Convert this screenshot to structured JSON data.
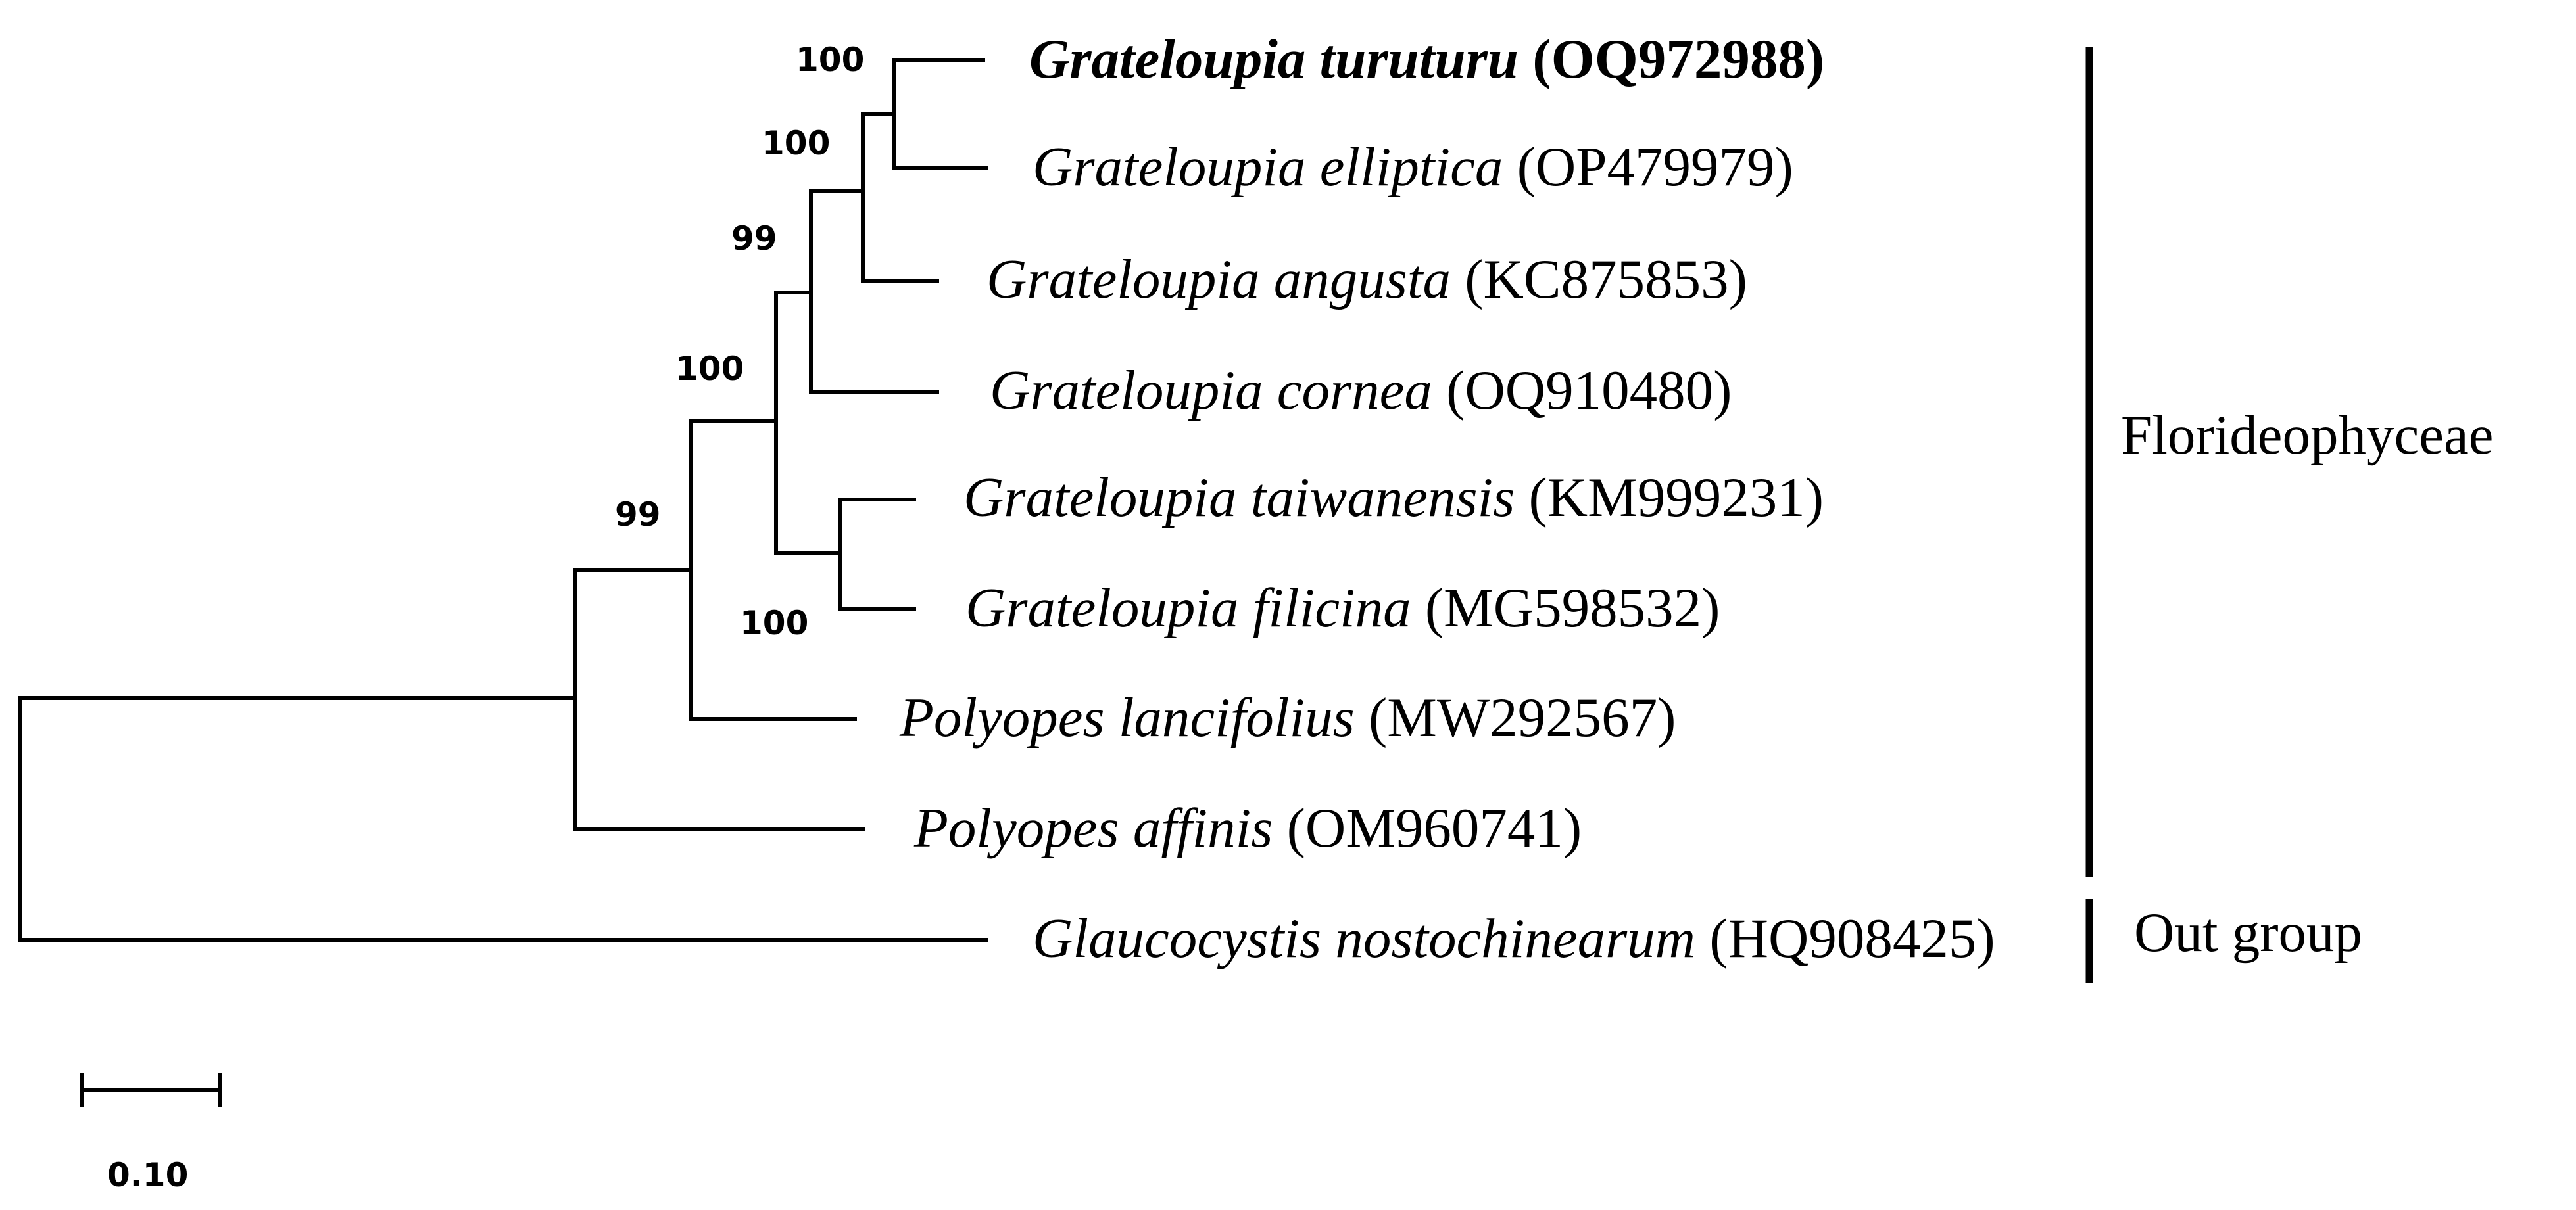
{
  "taxa": [
    {
      "species": "Grateloupia turuturu",
      "accession": "(OQ972988)"
    },
    {
      "species": "Grateloupia elliptica",
      "accession": "(OP479979)"
    },
    {
      "species": "Grateloupia angusta",
      "accession": "(KC875853)"
    },
    {
      "species": "Grateloupia cornea",
      "accession": "(OQ910480)"
    },
    {
      "species": "Grateloupia taiwanensis",
      "accession": "(KM999231)"
    },
    {
      "species": "Grateloupia filicina",
      "accession": "(MG598532)"
    },
    {
      "species": "Polyopes lancifolius",
      "accession": "(MW292567)"
    },
    {
      "species": "Polyopes affinis",
      "accession": "(OM960741)"
    },
    {
      "species": "Glaucocystis nostochinearum",
      "accession": "(HQ908425)"
    }
  ],
  "bootstrap": {
    "turuturu_elliptica": "100",
    "with_angusta": "100",
    "with_cornea": "99",
    "grateloupia_clade": "100",
    "taiwanensis_filicina": "100",
    "with_lancifolius": "99"
  },
  "groups": {
    "ingroup": "Florideophyceae",
    "outgroup": "Out group"
  },
  "scale": {
    "label": "0.10"
  }
}
